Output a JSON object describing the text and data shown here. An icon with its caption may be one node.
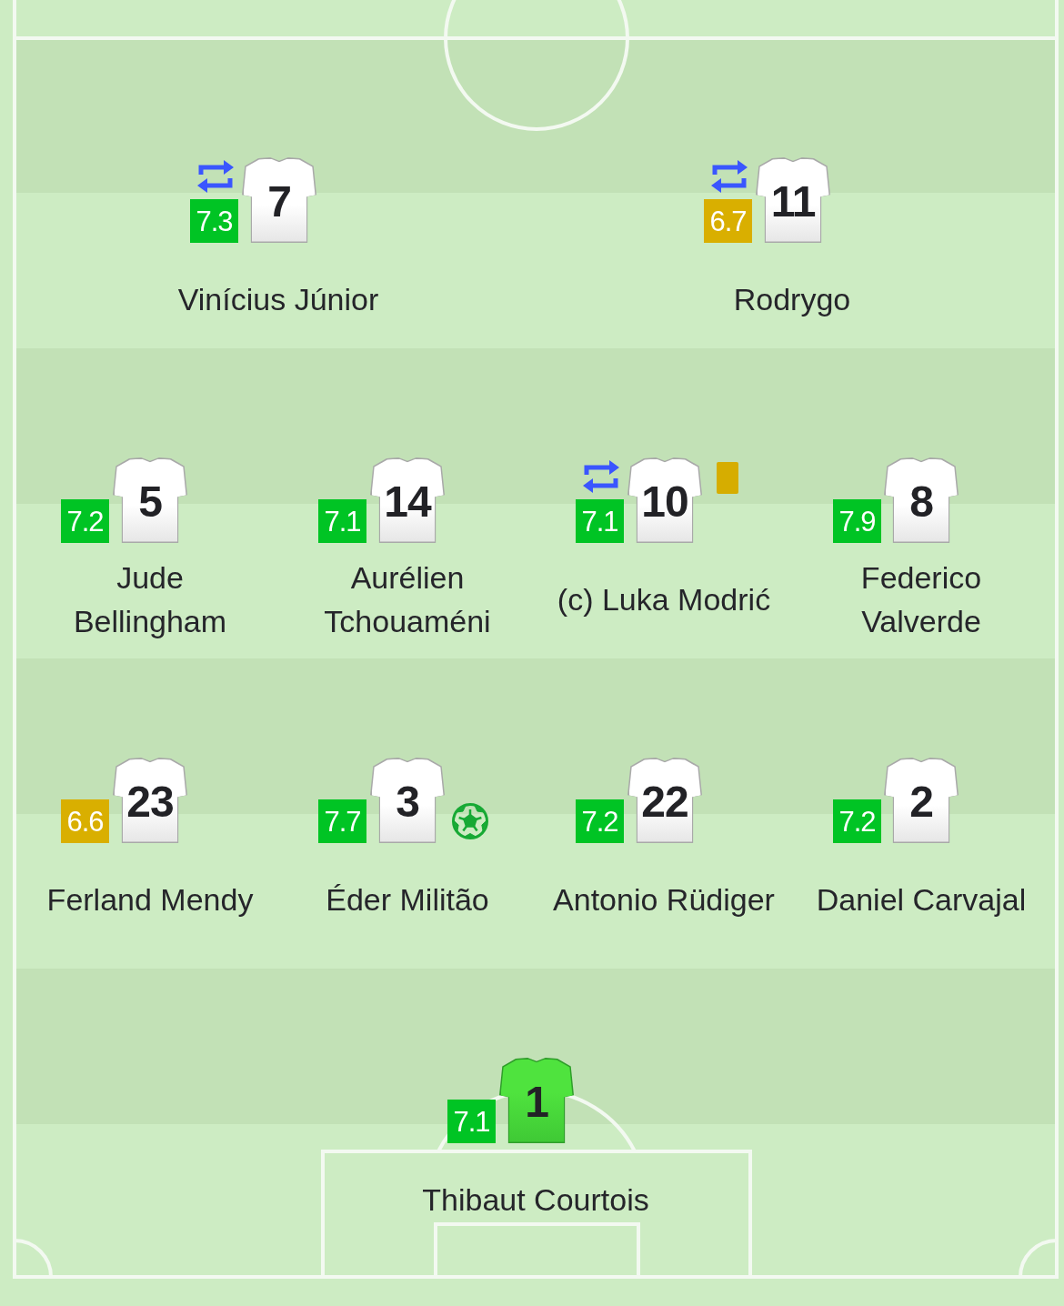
{
  "diagram": {
    "nodes": [
      {
        "text": [
          "7.3"
        ]
      },
      {
        "text": [
          "7"
        ],
        "beside": [
          "Vinícius Júnior"
        ]
      },
      {
        "text": [
          "6.7"
        ]
      },
      {
        "text": [
          "11"
        ],
        "beside": [
          "Rodrygo"
        ]
      },
      {
        "text": [
          "7.2"
        ]
      },
      {
        "text": [
          "5"
        ],
        "beside": [
          "Jude Bellingham"
        ]
      },
      {
        "text": [
          "7.1"
        ]
      },
      {
        "text": [
          "14"
        ],
        "beside": [
          "Aurélien Tchouaméni"
        ]
      },
      {
        "text": [
          "7.1"
        ]
      },
      {
        "text": [
          "10"
        ],
        "beside": [
          "(c) Luka Modrić"
        ]
      },
      {
        "text": [
          "7.9"
        ]
      },
      {
        "text": [
          "8"
        ],
        "beside": [
          "Federico Valverde"
        ]
      },
      {
        "text": [
          "6.6"
        ]
      },
      {
        "text": [
          "23"
        ],
        "beside": [
          "Ferland Mendy"
        ]
      },
      {
        "text": [
          "7.7"
        ]
      },
      {
        "text": [
          "3"
        ],
        "beside": [
          "Éder Militão"
        ]
      },
      {
        "text": [
          "7.2"
        ]
      },
      {
        "text": [
          "22"
        ],
        "beside": [
          "Antonio Rüdiger"
        ]
      },
      {
        "text": [
          "7.2"
        ]
      },
      {
        "text": [
          "2"
        ],
        "beside": [
          "Daniel Carvajal"
        ]
      },
      {
        "text": [
          "7.1"
        ]
      },
      {
        "text": [
          "1"
        ],
        "beside": [
          "Thibaut Courtois"
        ]
      }
    ]
  }
}
